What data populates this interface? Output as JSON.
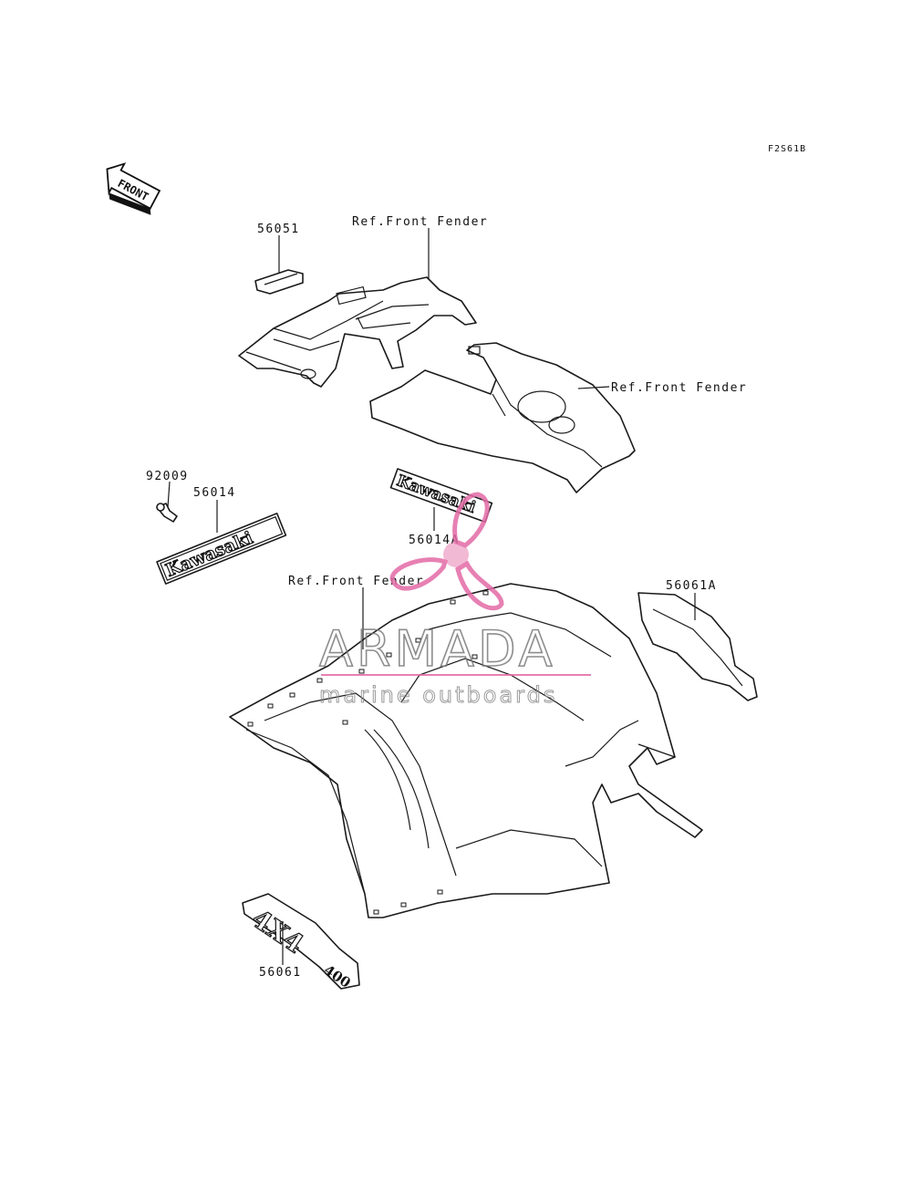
{
  "diagram": {
    "code": "F2S61B",
    "front_arrow": "FRONT",
    "labels": {
      "p56051": "56051",
      "ref_front_fender_top": "Ref.Front Fender",
      "ref_front_fender_right": "Ref.Front Fender",
      "p92009": "92009",
      "p56014": "56014",
      "p56014a": "56014A",
      "ref_front_fender_mid": "Ref.Front Fender",
      "p56061a": "56061A",
      "p56061": "56061"
    },
    "decals": {
      "kawasaki_a": "Kawasaki",
      "kawasaki_b": "Kawasaki",
      "four_x_four": "4X4",
      "displacement": "400"
    }
  },
  "watermark": {
    "brand": "ARMADA",
    "tagline": "marine outboards",
    "logo": "propeller-logo",
    "color": "#e36aa6"
  }
}
